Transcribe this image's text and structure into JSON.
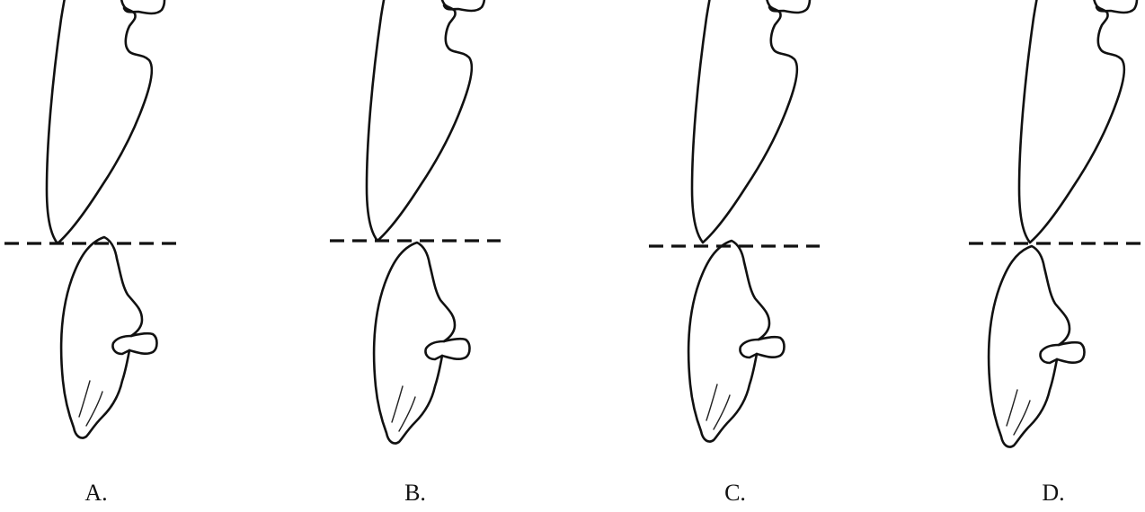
{
  "panels": [
    {
      "id": "a",
      "label": "A."
    },
    {
      "id": "b",
      "label": "B."
    },
    {
      "id": "c",
      "label": "C."
    },
    {
      "id": "d",
      "label": "D."
    }
  ],
  "colors": {
    "line": "#111111",
    "background": "#ffffff"
  }
}
